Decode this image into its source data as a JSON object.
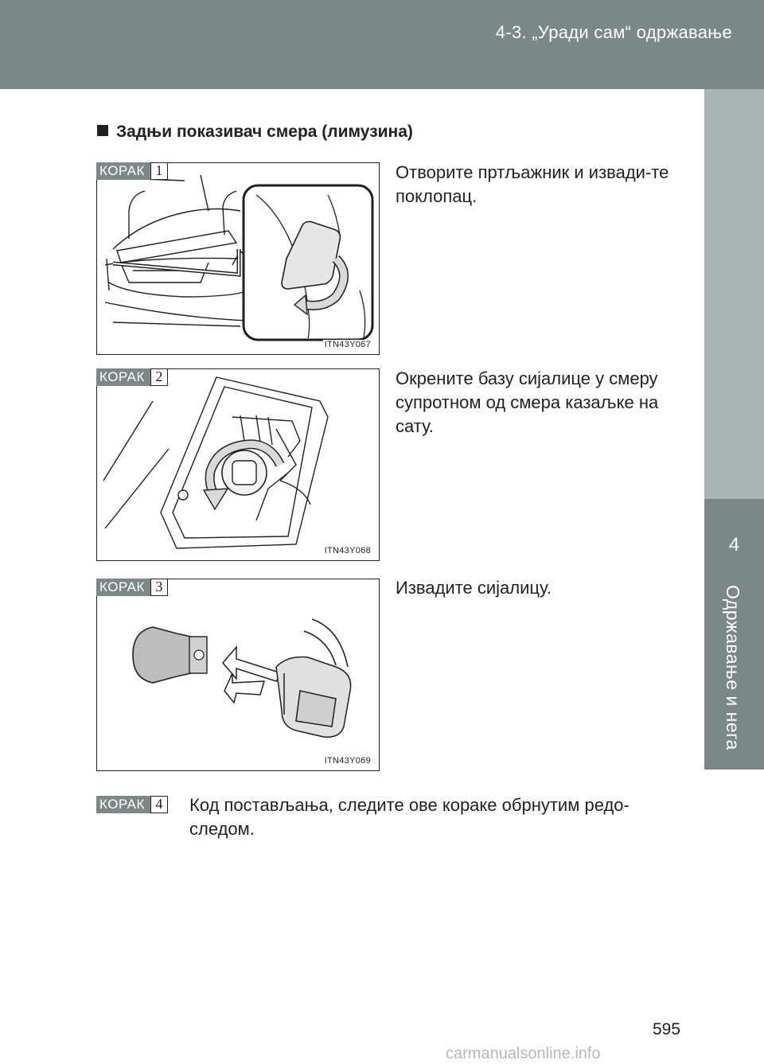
{
  "header": {
    "section": "4-3. „Уради сам“ одржавање"
  },
  "side_tab": {
    "number": "4",
    "label": "Одржавање и нега"
  },
  "section_title": "Задњи показивач смера (лимузина)",
  "steps": [
    {
      "keyword": "КОРАК",
      "number": "1",
      "text": "Отворите пртљажник и извади-те поклопац.",
      "figure_code": "ITN43Y067"
    },
    {
      "keyword": "КОРАК",
      "number": "2",
      "text": "Окрените базу сијалице у смеру супротном од смера казаљке на сату.",
      "figure_code": "ITN43Y068"
    },
    {
      "keyword": "КОРАК",
      "number": "3",
      "text": "Извадите сијалицу.",
      "figure_code": "ITN43Y069"
    },
    {
      "keyword": "КОРАК",
      "number": "4",
      "text": "Код постављања, следите ове кораке обрнутим редо-следом."
    }
  ],
  "page_number": "595",
  "watermark": "carmanualsonline.info",
  "colors": {
    "header_band": "#7b8888",
    "tab_light": "#aab4b4",
    "tab_dark": "#7b8888",
    "badge": "#7b8888",
    "arrow_fill": "#d9d9d9"
  }
}
